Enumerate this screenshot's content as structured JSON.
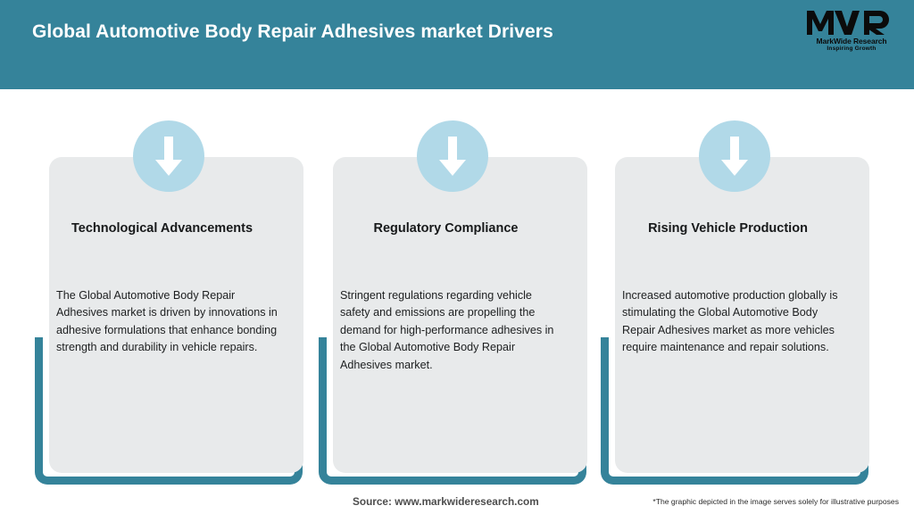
{
  "header": {
    "title": "Global Automotive Body Repair Adhesives market Drivers",
    "background_color": "#35839a",
    "title_color": "#ffffff"
  },
  "logo": {
    "mark": "MWR",
    "name": "MarkWide Research",
    "tagline": "Inspiring Growth"
  },
  "cards": [
    {
      "icon": "arrow-down-icon",
      "title": "Technological Advancements",
      "body": "The Global Automotive Body Repair Adhesives market is driven by innovations in adhesive formulations that enhance bonding strength and durability in vehicle repairs."
    },
    {
      "icon": "arrow-down-icon",
      "title": "Regulatory Compliance",
      "body": "Stringent regulations regarding vehicle safety and emissions are propelling the demand for high-performance adhesives in the Global Automotive Body Repair Adhesives market."
    },
    {
      "icon": "arrow-down-icon",
      "title": "Rising Vehicle Production",
      "body": "Increased automotive production globally is stimulating the Global Automotive Body Repair Adhesives market as more vehicles require maintenance and repair solutions."
    }
  ],
  "footer": {
    "source": "Source: www.markwideresearch.com",
    "disclaimer": "*The graphic depicted in the image serves solely for illustrative purposes"
  },
  "colors": {
    "accent_teal": "#35839a",
    "card_grey": "#e8eaeb",
    "icon_circle_blue": "#b1d9e8",
    "icon_arrow_white": "#ffffff"
  }
}
